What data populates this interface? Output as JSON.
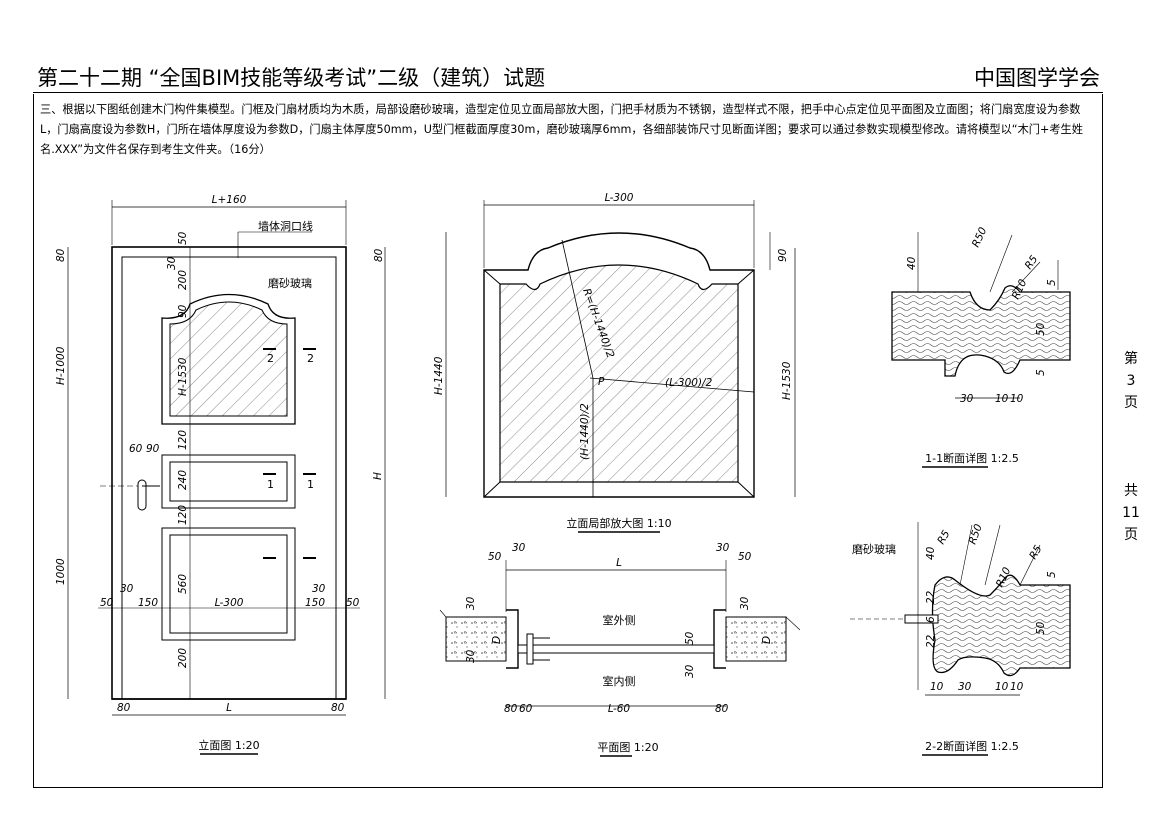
{
  "header": {
    "title": "第二十二期 “全国BIM技能等级考试”二级（建筑）试题",
    "org": "中国图学学会"
  },
  "task": {
    "text": "三、根据以下图纸创建木门构件集模型。门框及门扇材质均为木质，局部设磨砂玻璃，造型定位见立面局部放大图，门把手材质为不锈钢，造型样式不限，把手中心点定位见平面图及立面图；将门扇宽度设为参数L，门扇高度设为参数H，门所在墙体厚度设为参数D，门扇主体厚度50mm，U型门框截面厚度30m，磨砂玻璃厚6mm，各细部装饰尺寸见断面详图；要求可以通过参数实现模型修改。请将模型以“木门+考生姓名.XXX”为文件名保存到考生文件夹。（16分）"
  },
  "sidebar": {
    "page": [
      "第",
      "3",
      "页"
    ],
    "total": [
      "共",
      "11",
      "页"
    ]
  },
  "elevation": {
    "caption": "立面图 1:20",
    "labels": {
      "wall_line": "墙体洞口线",
      "glass": "磨砂玻璃",
      "sec1": "1",
      "sec2": "2"
    },
    "dims": {
      "top": "L+160",
      "bottom": "L",
      "b80": "80",
      "b80r": "80",
      "l80": "80",
      "r80": "80",
      "h1000": "H-1000",
      "h": "H",
      "d1000": "1000",
      "d50": "50",
      "d30": "30",
      "d200": "200",
      "d90": "90",
      "h1530": "H-1530",
      "d120": "120",
      "d240": "240",
      "d120b": "120",
      "d560": "560",
      "d200b": "200",
      "d60": "60",
      "d90b": "90",
      "d50l": "50",
      "d150l": "150",
      "dl300": "L-300",
      "d150r": "150",
      "d50r": "50",
      "d30l": "30",
      "d30r": "30"
    }
  },
  "detail": {
    "caption": "立面局部放大图 1:10",
    "dims": {
      "top": "L-300",
      "h1440": "H-1440",
      "h1530": "H-1530",
      "d90": "90",
      "radius": "R=(H-1440)/2",
      "half_w": "(L-300)/2",
      "half_h": "(H-1440)/2",
      "p": "P"
    }
  },
  "plan": {
    "caption": "平面图 1:20",
    "labels": {
      "outside": "室外侧",
      "inside": "室内侧",
      "d": "D"
    },
    "dims": {
      "top": "L",
      "d50a": "50",
      "d30a": "30",
      "d30b": "30",
      "d50b": "50",
      "b80": "80",
      "b60": "60",
      "bl60": "L-60",
      "b80r": "80",
      "d30l": "30",
      "d30l2": "30",
      "d30r": "30",
      "d50r": "50",
      "d30r2": "30"
    }
  },
  "sec1": {
    "caption": "1-1断面详图 1:2.5",
    "dims": {
      "r50": "R50",
      "r5": "R5",
      "r10": "R10",
      "d40": "40",
      "d5a": "5",
      "d50": "50",
      "d5b": "5",
      "b30": "30",
      "b10a": "10",
      "b10b": "10"
    }
  },
  "sec2": {
    "caption": "2-2断面详图 1:2.5",
    "labels": {
      "glass": "磨砂玻璃"
    },
    "dims": {
      "r5a": "R5",
      "r50": "R50",
      "r5b": "R5",
      "r10": "R10",
      "d40": "40",
      "d5": "5",
      "d22a": "22",
      "d6": "6",
      "d22b": "22",
      "b10a": "10",
      "b30": "30",
      "b10b": "10",
      "b10c": "10",
      "d50": "50"
    }
  }
}
